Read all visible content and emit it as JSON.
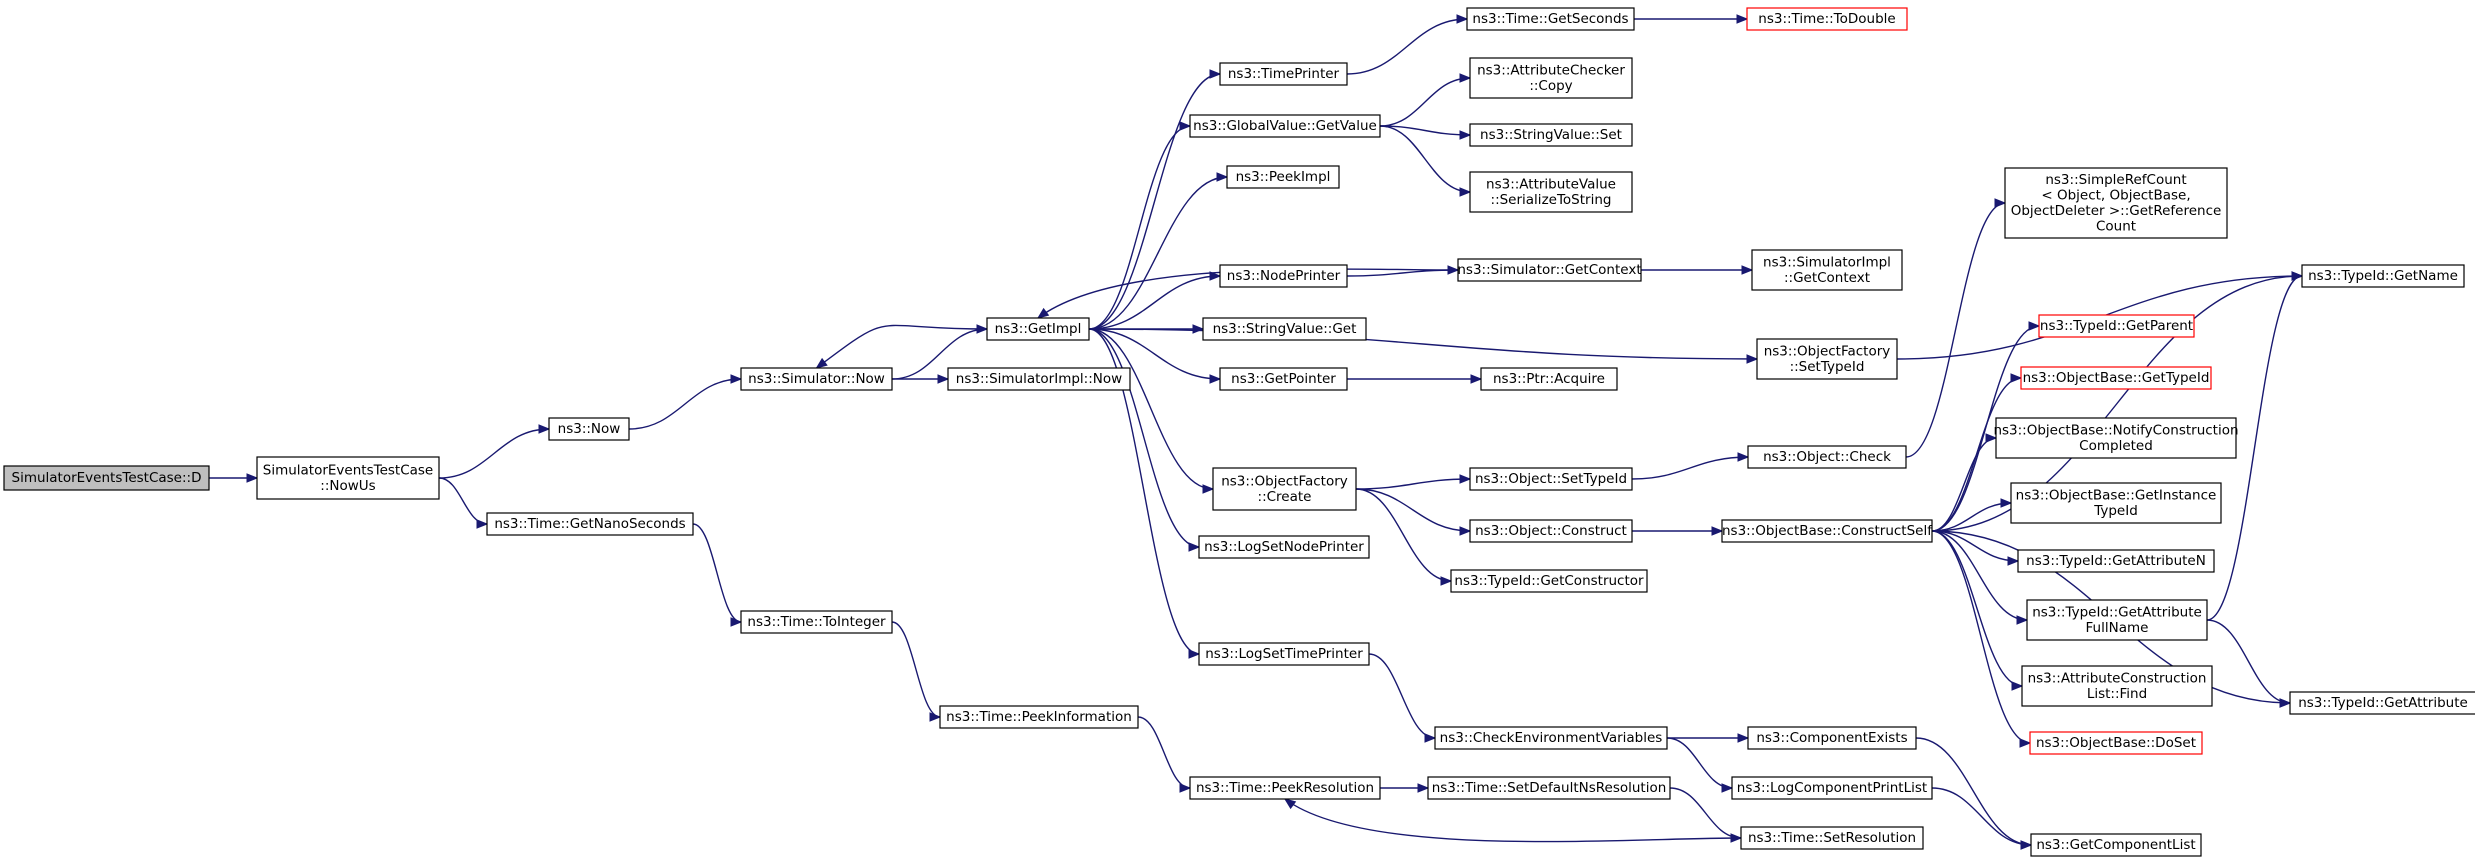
{
  "graph": {
    "title": "",
    "edge_color": "#191970",
    "highlight_border_color": "#ff0000",
    "root_fill": "#bfbfbf",
    "nodes": [
      {
        "id": "root",
        "label": [
          "SimulatorEventsTestCase::D"
        ],
        "root": true,
        "interactable": false
      },
      {
        "id": "nowus",
        "label": [
          "SimulatorEventsTestCase",
          "::NowUs"
        ]
      },
      {
        "id": "now",
        "label": [
          "ns3::Now"
        ]
      },
      {
        "id": "getnano",
        "label": [
          "ns3::Time::GetNanoSeconds"
        ]
      },
      {
        "id": "simnow",
        "label": [
          "ns3::Simulator::Now"
        ]
      },
      {
        "id": "toint",
        "label": [
          "ns3::Time::ToInteger"
        ]
      },
      {
        "id": "getimpl",
        "label": [
          "ns3::GetImpl"
        ]
      },
      {
        "id": "simimplnow",
        "label": [
          "ns3::SimulatorImpl::Now"
        ]
      },
      {
        "id": "peekinfo",
        "label": [
          "ns3::Time::PeekInformation"
        ]
      },
      {
        "id": "timeprinter",
        "label": [
          "ns3::TimePrinter"
        ]
      },
      {
        "id": "gvgetvalue",
        "label": [
          "ns3::GlobalValue::GetValue"
        ]
      },
      {
        "id": "peekimpl",
        "label": [
          "ns3::PeekImpl"
        ]
      },
      {
        "id": "nodeprinter",
        "label": [
          "ns3::NodePrinter"
        ]
      },
      {
        "id": "svget",
        "label": [
          "ns3::StringValue::Get"
        ]
      },
      {
        "id": "getpointer",
        "label": [
          "ns3::GetPointer"
        ]
      },
      {
        "id": "ofcreate",
        "label": [
          "ns3::ObjectFactory",
          "::Create"
        ]
      },
      {
        "id": "logsetnode",
        "label": [
          "ns3::LogSetNodePrinter"
        ]
      },
      {
        "id": "logsettime",
        "label": [
          "ns3::LogSetTimePrinter"
        ]
      },
      {
        "id": "peekres",
        "label": [
          "ns3::Time::PeekResolution"
        ]
      },
      {
        "id": "getseconds",
        "label": [
          "ns3::Time::GetSeconds"
        ]
      },
      {
        "id": "accopy",
        "label": [
          "ns3::AttributeChecker",
          "::Copy"
        ]
      },
      {
        "id": "svset",
        "label": [
          "ns3::StringValue::Set"
        ]
      },
      {
        "id": "avser",
        "label": [
          "ns3::AttributeValue",
          "::SerializeToString"
        ]
      },
      {
        "id": "simgetctx",
        "label": [
          "ns3::Simulator::GetContext"
        ]
      },
      {
        "id": "ptracq",
        "label": [
          "ns3::Ptr::Acquire"
        ]
      },
      {
        "id": "objsettid",
        "label": [
          "ns3::Object::SetTypeId"
        ]
      },
      {
        "id": "objconstruct",
        "label": [
          "ns3::Object::Construct"
        ]
      },
      {
        "id": "tidgetctor",
        "label": [
          "ns3::TypeId::GetConstructor"
        ]
      },
      {
        "id": "checkenv",
        "label": [
          "ns3::CheckEnvironmentVariables"
        ]
      },
      {
        "id": "setdefres",
        "label": [
          "ns3::Time::SetDefaultNsResolution"
        ]
      },
      {
        "id": "todouble",
        "label": [
          "ns3::Time::ToDouble"
        ],
        "red": true
      },
      {
        "id": "simimplgetctx",
        "label": [
          "ns3::SimulatorImpl",
          "::GetContext"
        ]
      },
      {
        "id": "ofsettid",
        "label": [
          "ns3::ObjectFactory",
          "::SetTypeId"
        ]
      },
      {
        "id": "objcheck",
        "label": [
          "ns3::Object::Check"
        ]
      },
      {
        "id": "obconstructself",
        "label": [
          "ns3::ObjectBase::ConstructSelf"
        ]
      },
      {
        "id": "compexists",
        "label": [
          "ns3::ComponentExists"
        ]
      },
      {
        "id": "logcompprint",
        "label": [
          "ns3::LogComponentPrintList"
        ]
      },
      {
        "id": "setres",
        "label": [
          "ns3::Time::SetResolution"
        ]
      },
      {
        "id": "simplerefcount",
        "label": [
          "ns3::SimpleRefCount",
          "< Object, ObjectBase,",
          "ObjectDeleter >::GetReference",
          "Count"
        ]
      },
      {
        "id": "tidgetparent",
        "label": [
          "ns3::TypeId::GetParent"
        ],
        "red": true
      },
      {
        "id": "obgettid",
        "label": [
          "ns3::ObjectBase::GetTypeId"
        ],
        "red": true
      },
      {
        "id": "obnotify",
        "label": [
          "ns3::ObjectBase::NotifyConstruction",
          "Completed"
        ]
      },
      {
        "id": "obgetinst",
        "label": [
          "ns3::ObjectBase::GetInstance",
          "TypeId"
        ]
      },
      {
        "id": "tidgetattrn",
        "label": [
          "ns3::TypeId::GetAttributeN"
        ]
      },
      {
        "id": "tidgetattrfull",
        "label": [
          "ns3::TypeId::GetAttribute",
          "FullName"
        ]
      },
      {
        "id": "acfind",
        "label": [
          "ns3::AttributeConstruction",
          "List::Find"
        ]
      },
      {
        "id": "obdoset",
        "label": [
          "ns3::ObjectBase::DoSet"
        ],
        "red": true
      },
      {
        "id": "getcomplist",
        "label": [
          "ns3::GetComponentList"
        ]
      },
      {
        "id": "tidgetname",
        "label": [
          "ns3::TypeId::GetName"
        ]
      },
      {
        "id": "tidgetattr",
        "label": [
          "ns3::TypeId::GetAttribute"
        ]
      }
    ],
    "edges": [
      [
        "root",
        "nowus"
      ],
      [
        "nowus",
        "now"
      ],
      [
        "nowus",
        "getnano"
      ],
      [
        "now",
        "simnow"
      ],
      [
        "getnano",
        "toint"
      ],
      [
        "simnow",
        "getimpl"
      ],
      [
        "simnow",
        "simimplnow"
      ],
      [
        "toint",
        "peekinfo"
      ],
      [
        "getimpl",
        "simnow"
      ],
      [
        "getimpl",
        "timeprinter"
      ],
      [
        "getimpl",
        "gvgetvalue"
      ],
      [
        "getimpl",
        "peekimpl"
      ],
      [
        "getimpl",
        "nodeprinter"
      ],
      [
        "getimpl",
        "svget"
      ],
      [
        "getimpl",
        "getpointer"
      ],
      [
        "getimpl",
        "ofcreate"
      ],
      [
        "getimpl",
        "logsetnode"
      ],
      [
        "getimpl",
        "logsettime"
      ],
      [
        "getimpl",
        "ofsettid"
      ],
      [
        "peekinfo",
        "peekres"
      ],
      [
        "timeprinter",
        "getseconds"
      ],
      [
        "gvgetvalue",
        "accopy"
      ],
      [
        "gvgetvalue",
        "svset"
      ],
      [
        "gvgetvalue",
        "avser"
      ],
      [
        "nodeprinter",
        "simgetctx"
      ],
      [
        "simgetctx",
        "getimpl"
      ],
      [
        "simgetctx",
        "simimplgetctx"
      ],
      [
        "getpointer",
        "ptracq"
      ],
      [
        "ofcreate",
        "objsettid"
      ],
      [
        "ofcreate",
        "objconstruct"
      ],
      [
        "ofcreate",
        "tidgetctor"
      ],
      [
        "logsettime",
        "checkenv"
      ],
      [
        "peekres",
        "setdefres"
      ],
      [
        "getseconds",
        "todouble"
      ],
      [
        "objsettid",
        "objcheck"
      ],
      [
        "objconstruct",
        "obconstructself"
      ],
      [
        "checkenv",
        "compexists"
      ],
      [
        "checkenv",
        "logcompprint"
      ],
      [
        "setdefres",
        "setres"
      ],
      [
        "setres",
        "peekres"
      ],
      [
        "ofsettid",
        "tidgetname"
      ],
      [
        "objcheck",
        "simplerefcount"
      ],
      [
        "obconstructself",
        "tidgetname"
      ],
      [
        "obconstructself",
        "tidgetparent"
      ],
      [
        "obconstructself",
        "obgettid"
      ],
      [
        "obconstructself",
        "obnotify"
      ],
      [
        "obconstructself",
        "obgetinst"
      ],
      [
        "obconstructself",
        "tidgetattrn"
      ],
      [
        "obconstructself",
        "tidgetattrfull"
      ],
      [
        "obconstructself",
        "acfind"
      ],
      [
        "obconstructself",
        "obdoset"
      ],
      [
        "obconstructself",
        "tidgetattr"
      ],
      [
        "compexists",
        "getcomplist"
      ],
      [
        "logcompprint",
        "getcomplist"
      ],
      [
        "tidgetattrfull",
        "tidgetname"
      ],
      [
        "tidgetattrfull",
        "tidgetattr"
      ]
    ]
  }
}
